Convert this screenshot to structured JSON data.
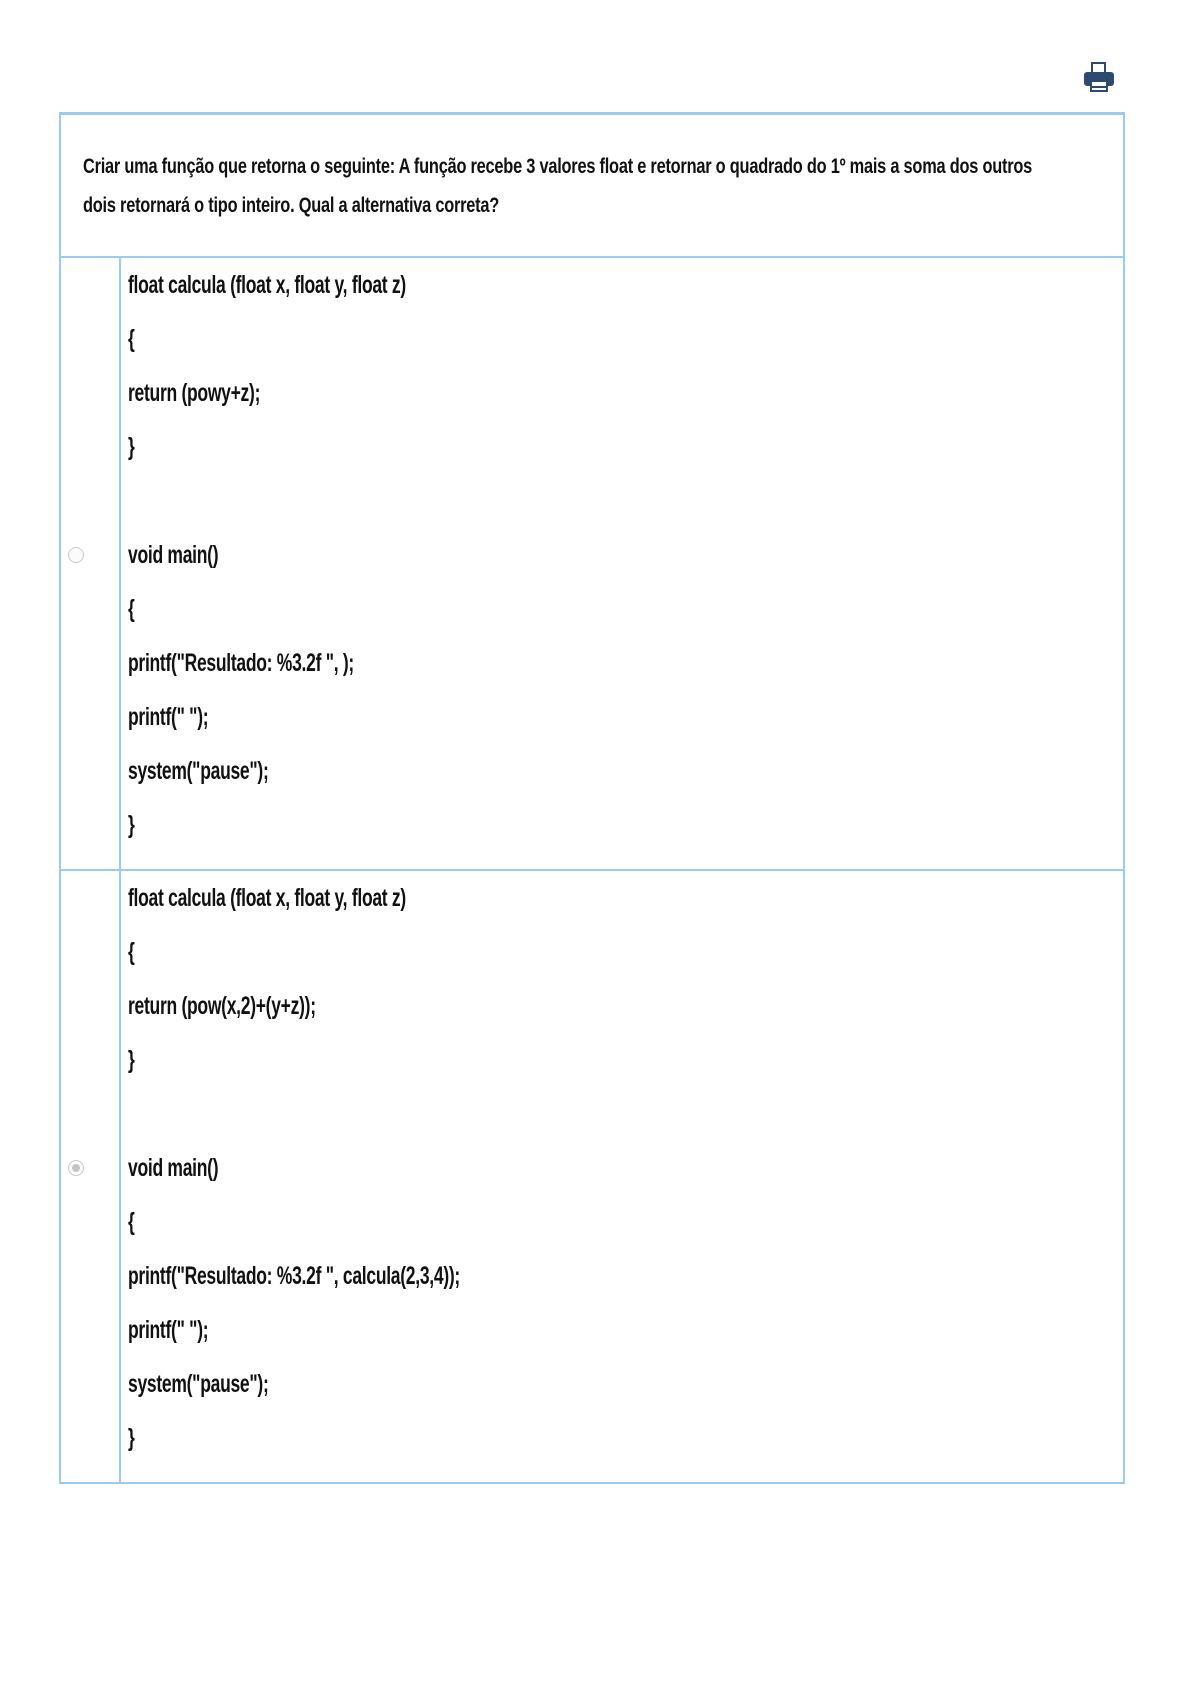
{
  "toolbar": {
    "print_icon": "printer-icon",
    "icon_color": "#2d4b70"
  },
  "question": {
    "lines": [
      "Criar uma função que retorna o seguinte: A função recebe 3 valores float e retornar o quadrado do 1º mais a soma dos outros",
      "dois retornará o tipo inteiro. Qual a alternativa correta?"
    ]
  },
  "options": [
    {
      "selected": false,
      "lines": [
        "float calcula (float x, float y, float z)",
        "{",
        "return (powy+z);",
        "}",
        "",
        "void main()",
        "{",
        "printf(\"Resultado: %3.2f \", );",
        "printf(\" \");",
        "system(\"pause\");",
        "}"
      ]
    },
    {
      "selected": true,
      "lines": [
        "float calcula (float x, float y, float z)",
        "{",
        "return (pow(x,2)+(y+z));",
        "}",
        "",
        "void main()",
        "{",
        "printf(\"Resultado: %3.2f \", calcula(2,3,4));",
        "printf(\" \");",
        "system(\"pause\");",
        "}"
      ]
    }
  ]
}
